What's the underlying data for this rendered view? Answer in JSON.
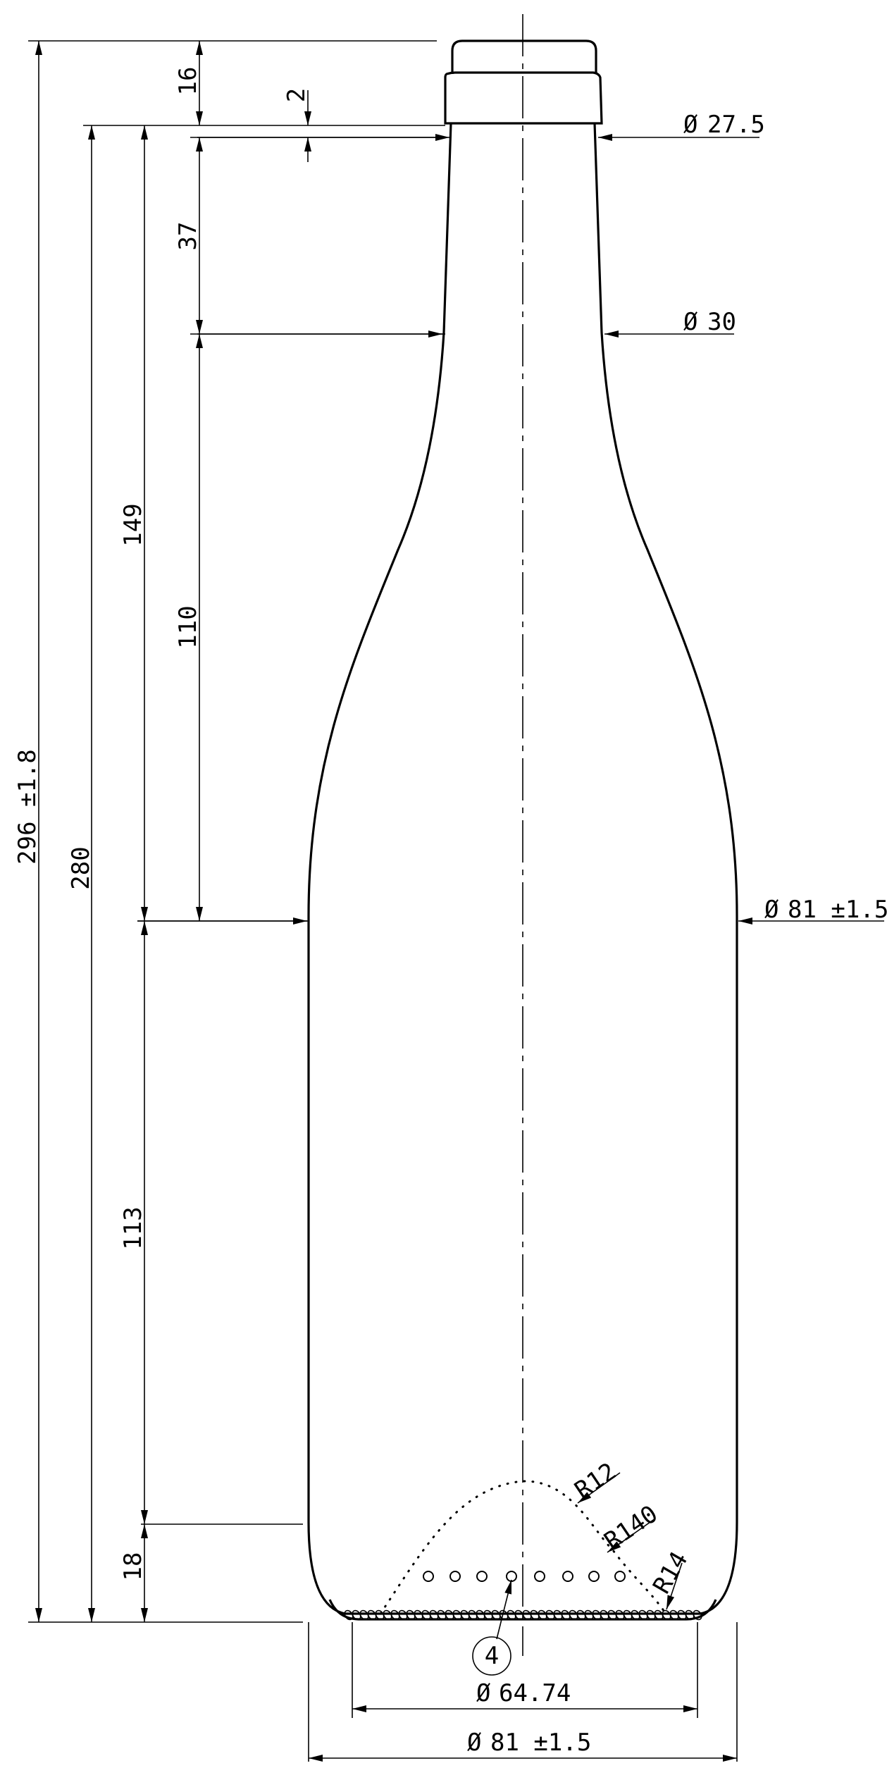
{
  "colors": {
    "line": "#000000",
    "background": "#ffffff"
  },
  "vertical_dims": {
    "overall_height": "296 ±1.8",
    "height_to_finish": "280",
    "finish_height": "16",
    "finish_offset": "2",
    "neck_length": "37",
    "shoulder_length": "110",
    "upper_body": "149",
    "body_length": "113",
    "heel_height": "18"
  },
  "diameters": {
    "mouth": "27.5",
    "neck": "30",
    "body": "81 ±1.5",
    "base_contact": "64.74",
    "base_overall": "81 ±1.5"
  },
  "radii": {
    "punt": "R12",
    "punt_side": "R140",
    "heel": "R14"
  },
  "callouts": {
    "knurl_detail": "4"
  },
  "symbols": {
    "diameter": "Ø"
  }
}
